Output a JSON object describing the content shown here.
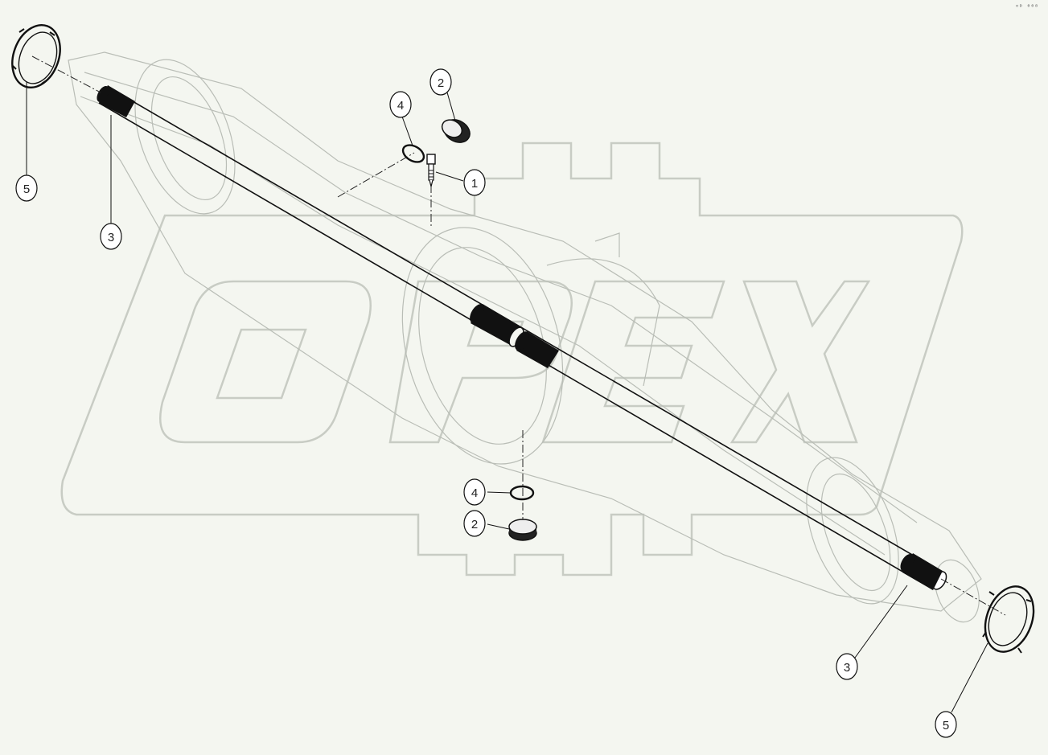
{
  "diagram": {
    "watermark_text": "OPEX",
    "corner_code": "ᵒᴰ ⁰⁰⁸",
    "callouts": [
      {
        "id": "callout-5-left",
        "label": "5"
      },
      {
        "id": "callout-3-left",
        "label": "3"
      },
      {
        "id": "callout-4-top",
        "label": "4"
      },
      {
        "id": "callout-2-top",
        "label": "2"
      },
      {
        "id": "callout-1",
        "label": "1"
      },
      {
        "id": "callout-4-bottom",
        "label": "4"
      },
      {
        "id": "callout-2-bottom",
        "label": "2"
      },
      {
        "id": "callout-3-right",
        "label": "3"
      },
      {
        "id": "callout-5-right",
        "label": "5"
      }
    ],
    "colors": {
      "background": "#f4f6f0",
      "line": "#111111",
      "ghost": "#b9bdb6",
      "watermark": "#c8ccc4"
    }
  }
}
